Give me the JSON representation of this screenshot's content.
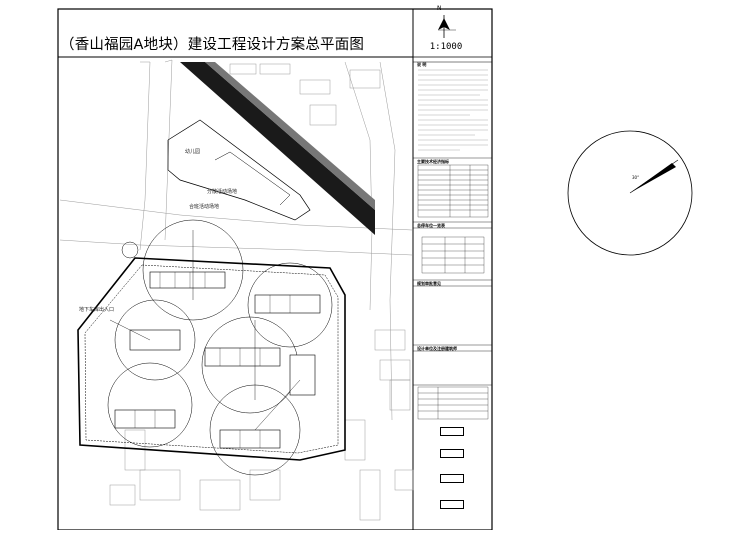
{
  "title": "（香山福园A地块）建设工程设计方案总平面图",
  "scale": "1:1000",
  "north_label": "N",
  "labels": {
    "kindergarten": "幼儿园",
    "activity_area_1": "分散活动场地",
    "activity_area_2": "合班活动场地",
    "underground_garage": "地下车库出入口"
  },
  "right_panel": {
    "notes_header": "说 明",
    "tech_table_header": "主要技术经济指标",
    "parking_header": "总停车位一览表",
    "review_header": "规划审批意见",
    "sign_header": "设计单位及注册建筑师",
    "sign_rows": [
      "",
      "",
      "",
      "",
      ""
    ],
    "buttons": [
      "",
      "",
      "",
      ""
    ]
  },
  "compass_label": "30°"
}
